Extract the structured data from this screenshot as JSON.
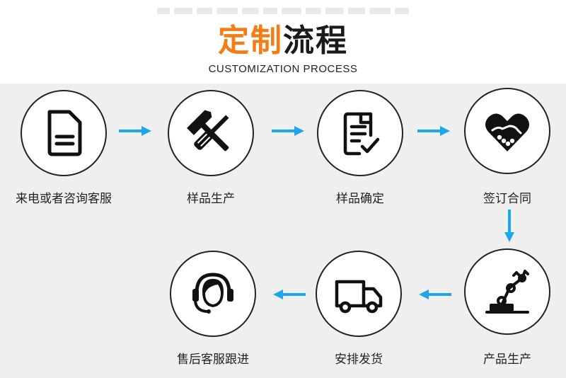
{
  "header": {
    "title_highlight": "定制",
    "title_rest": "流程",
    "subtitle": "CUSTOMIZATION PROCESS"
  },
  "colors": {
    "accent": "#f47c14",
    "arrow": "#1fa6e8",
    "panel_bg": "#efefef",
    "text": "#222222"
  },
  "steps": [
    {
      "label": "来电或者咨询客服",
      "icon": "document-icon"
    },
    {
      "label": "样品生产",
      "icon": "hammer-screwdriver-icon"
    },
    {
      "label": "样品确定",
      "icon": "checklist-icon"
    },
    {
      "label": "签订合同",
      "icon": "handshake-heart-icon"
    },
    {
      "label": "产品生产",
      "icon": "robot-arm-icon"
    },
    {
      "label": "安排发货",
      "icon": "delivery-truck-icon"
    },
    {
      "label": "售后客服跟进",
      "icon": "headset-agent-icon"
    }
  ]
}
